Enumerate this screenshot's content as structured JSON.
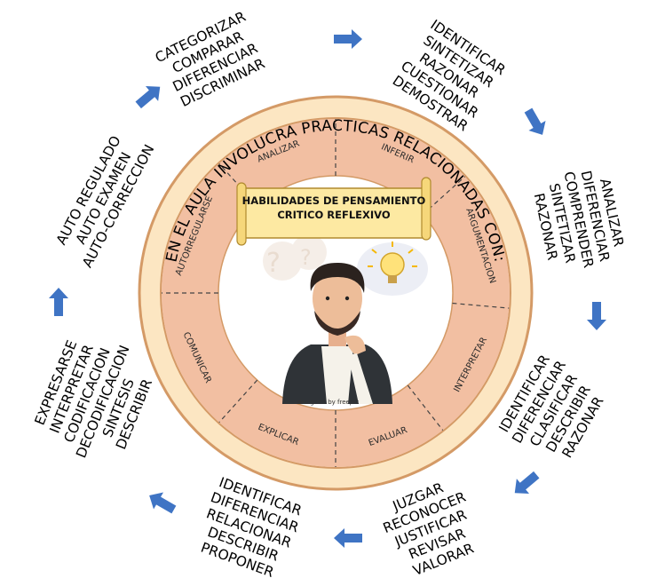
{
  "ring_title": "EN EL AULA INVOLUCRA PRACTICAS RELACIONADAS CON:",
  "center_title": [
    "HABILIDADES DE PENSAMIENTO",
    "CRITICO REFLEXIVO"
  ],
  "segments": [
    "ANALIZAR",
    "INFERIR",
    "ARGUMENTACION",
    "INTERPRETAR",
    "EVALUAR",
    "EXPLICAR",
    "COMUNICAR",
    "AUTORREGULARSE"
  ],
  "blocks": [
    {
      "id": "categorizar",
      "lines": [
        "CATEGORIZAR",
        "COMPARAR",
        "DIFERENCIAR",
        "DISCRIMINAR"
      ]
    },
    {
      "id": "identificar-1",
      "lines": [
        "IDENTIFICAR",
        "SINTETIZAR",
        "RAZONAR",
        "CUESTIONAR",
        "DEMOSTRAR"
      ]
    },
    {
      "id": "analizar",
      "lines": [
        "ANALIZAR",
        "DIFERENCIAR",
        "COMPRENDER",
        "SINTETIZAR",
        "RAZONAR"
      ]
    },
    {
      "id": "identificar-2",
      "lines": [
        "IDENTIFICAR",
        "DIFERENCIAR",
        "CLASIFICAR",
        "DESCRIBIR",
        "RAZONAR"
      ]
    },
    {
      "id": "juzgar",
      "lines": [
        "JUZGAR",
        "RECONOCER",
        "JUSTIFICAR",
        "REVISAR",
        "VALORAR"
      ]
    },
    {
      "id": "identificar-3",
      "lines": [
        "IDENTIFICAR",
        "DIFERENCIAR",
        "RELACIONAR",
        "DESCRIBIR",
        "PROPONER"
      ]
    },
    {
      "id": "expresarse",
      "lines": [
        "EXPRESARSE",
        "INTERPRETAR",
        "CODIFICACION",
        "DECODIFICACION",
        "SINTESIS",
        "DESCRIBIR"
      ]
    },
    {
      "id": "auto",
      "lines": [
        "AUTO REGULADO",
        "AUTO EXAMEN",
        "AUTO-CORRECCION"
      ]
    }
  ],
  "watermark": "designed by freepik",
  "colors": {
    "outer_ring": "#fce6c2",
    "ring_stroke": "#d49a66",
    "segments": "#f2bfa2",
    "scroll": "#fde9a2",
    "scroll_stroke": "#b08a2e",
    "arrow": "#3f74c4"
  }
}
